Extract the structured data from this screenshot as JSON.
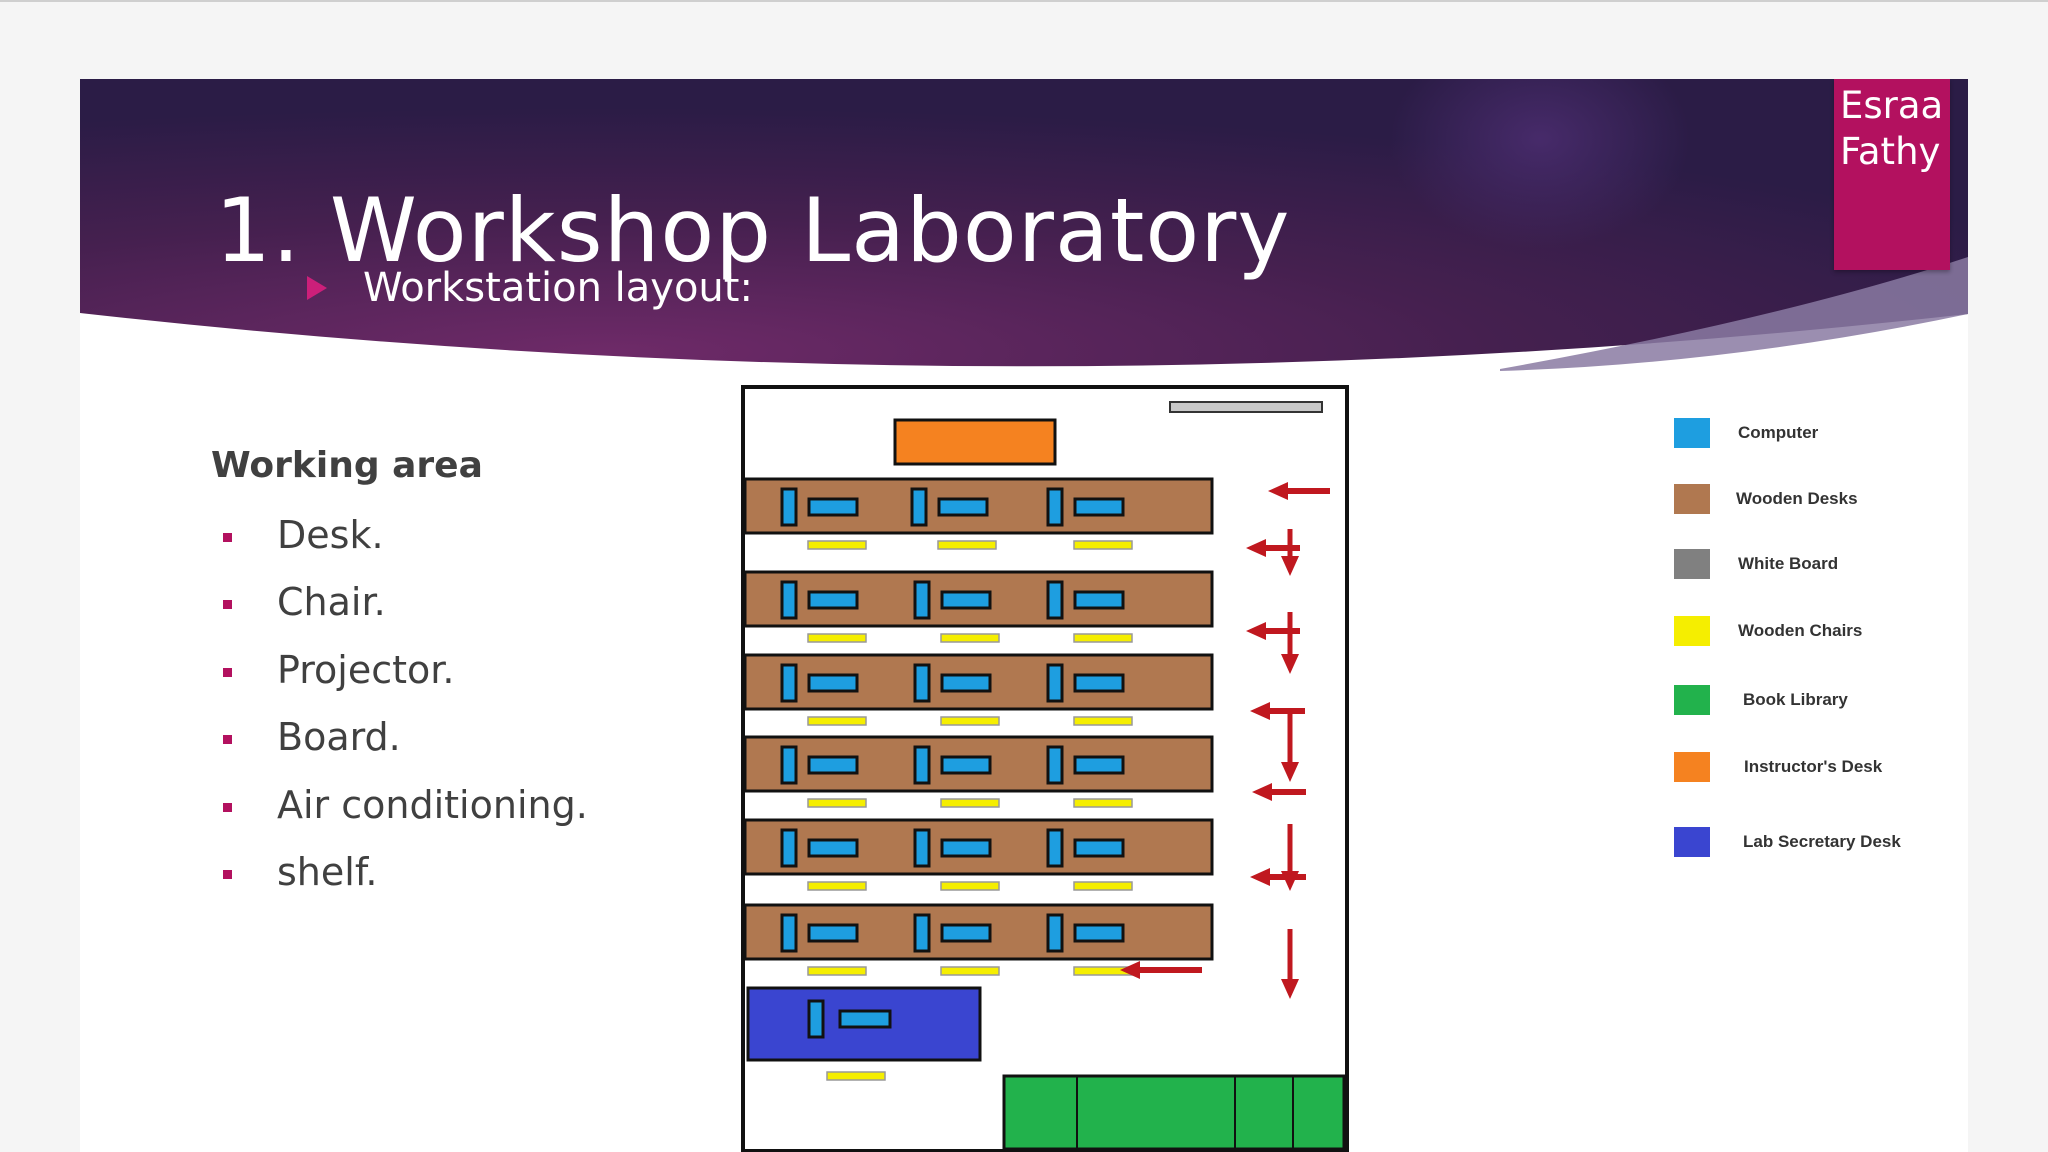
{
  "slide": {
    "title": "1. Workshop Laboratory",
    "subtitle": "Workstation layout:",
    "author_tag": [
      "Esraa",
      "Fathy"
    ]
  },
  "working_area": {
    "heading": "Working area",
    "items": [
      "Desk.",
      "Chair.",
      "Projector.",
      "Board.",
      "Air conditioning.",
      "shelf."
    ]
  },
  "legend": [
    {
      "label": "Computer",
      "color": "#1e9ee0"
    },
    {
      "label": "Wooden Desks",
      "color": "#b07850"
    },
    {
      "label": "White Board",
      "color": "#808080"
    },
    {
      "label": "Wooden Chairs",
      "color": "#f5ee00"
    },
    {
      "label": "Book Library",
      "color": "#22b24c"
    },
    {
      "label": "Instructor's Desk",
      "color": "#f58220"
    },
    {
      "label": "Lab Secretary Desk",
      "color": "#3a45d0"
    }
  ],
  "colors": {
    "banner_dark": "#2e1d4a",
    "banner_mid": "#6b2a66",
    "tag": "#b3115f",
    "bullet": "#b3115f",
    "arrow": "#c0181f",
    "desk": "#b07850",
    "computer": "#1e9ee0",
    "chair": "#f5ee00"
  }
}
